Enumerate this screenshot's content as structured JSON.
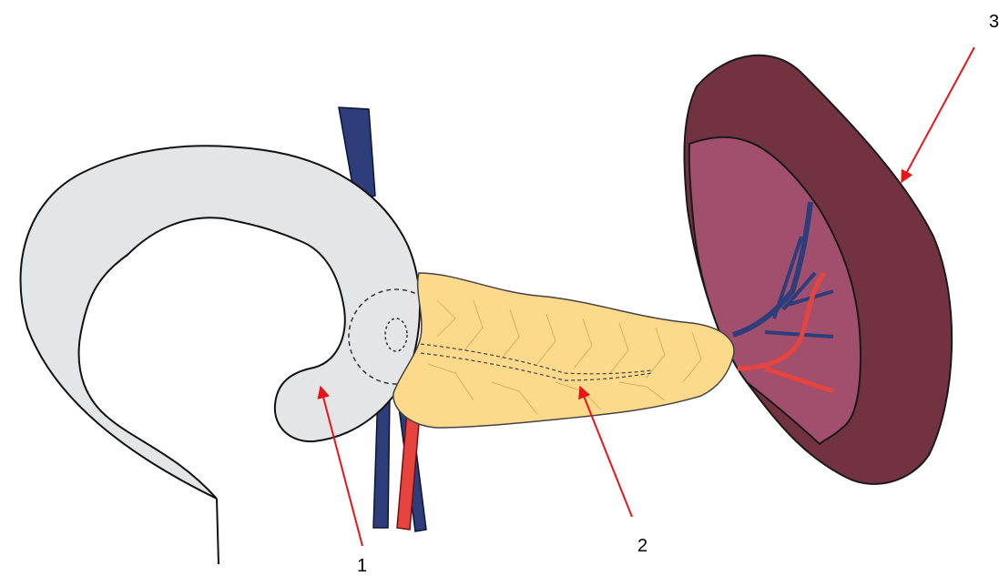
{
  "labels": [
    {
      "id": "1",
      "text": "1"
    },
    {
      "id": "2",
      "text": "2"
    },
    {
      "id": "3",
      "text": "3"
    }
  ],
  "colors": {
    "duodenum": "#e4e5e6",
    "pancreas": "#fdd98b",
    "spleen_outer": "#733242",
    "spleen_inner": "#a14f6c",
    "vein": "#2d3e7a",
    "artery": "#e8443f",
    "arrow": "#e8141a"
  }
}
